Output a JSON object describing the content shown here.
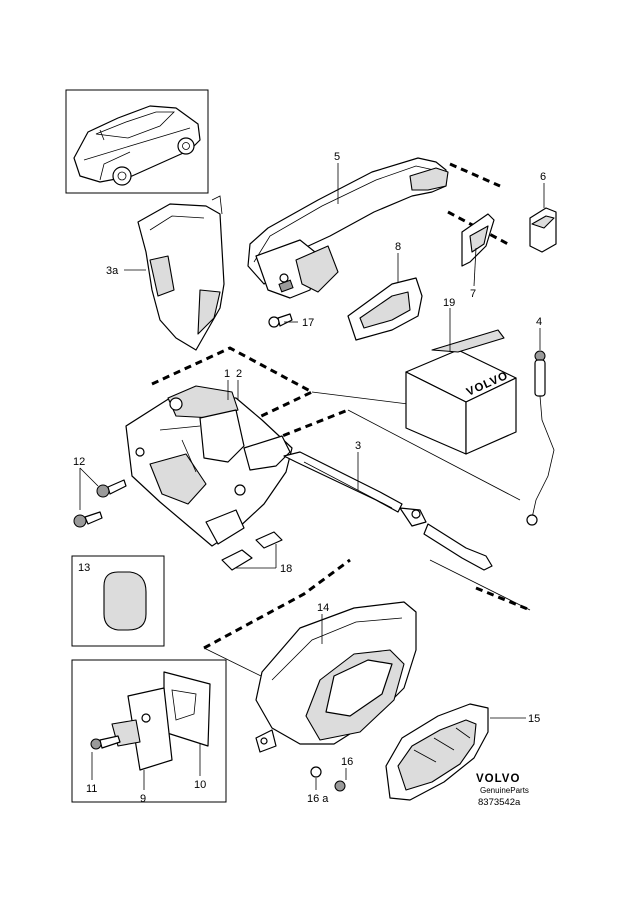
{
  "callouts": {
    "c5": "5",
    "c6": "6",
    "c3a": "3a",
    "c8": "8",
    "c7": "7",
    "c17": "17",
    "c19": "19",
    "c4": "4",
    "c1": "1",
    "c2": "2",
    "c3": "3",
    "c12": "12",
    "c18": "18",
    "c13": "13",
    "c14": "14",
    "c15": "15",
    "c16": "16",
    "c16a": "16 a",
    "c11": "11",
    "c9": "9",
    "c10": "10"
  },
  "box_brand": "VOLVO",
  "footer": {
    "brand": "VOLVO",
    "genuine": "GenuineParts",
    "code": "8373542a"
  }
}
